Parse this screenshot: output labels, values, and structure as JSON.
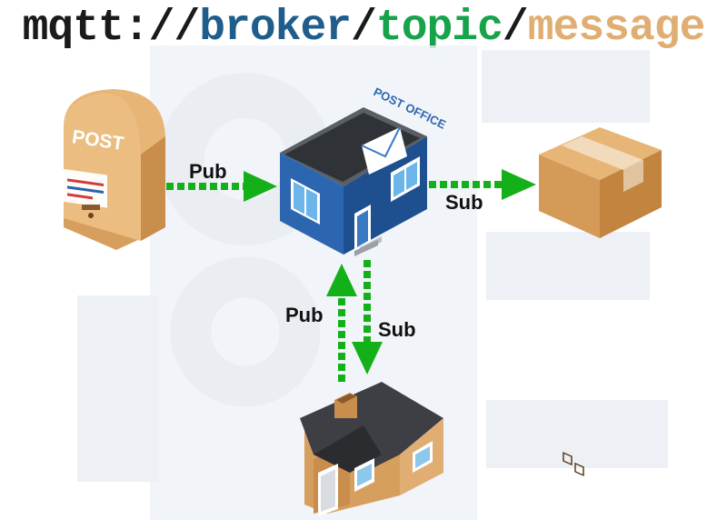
{
  "title": {
    "scheme": "mqtt:",
    "slashes": "//",
    "broker": "broker",
    "sep1": "/",
    "topic": "topic",
    "sep2": "/",
    "message": "message"
  },
  "colors": {
    "scheme": "#1a1a1a",
    "broker": "#1f5d8c",
    "topic": "#16a34a",
    "message": "#e0ae72",
    "arrow": "#14b01a"
  },
  "diagram": {
    "post_office_sign": "POST OFFICE",
    "mailbox_text": "POST",
    "labels": {
      "mailbox_to_broker": "Pub",
      "broker_to_package": "Sub",
      "house_to_broker": "Pub",
      "broker_to_house": "Sub"
    }
  }
}
